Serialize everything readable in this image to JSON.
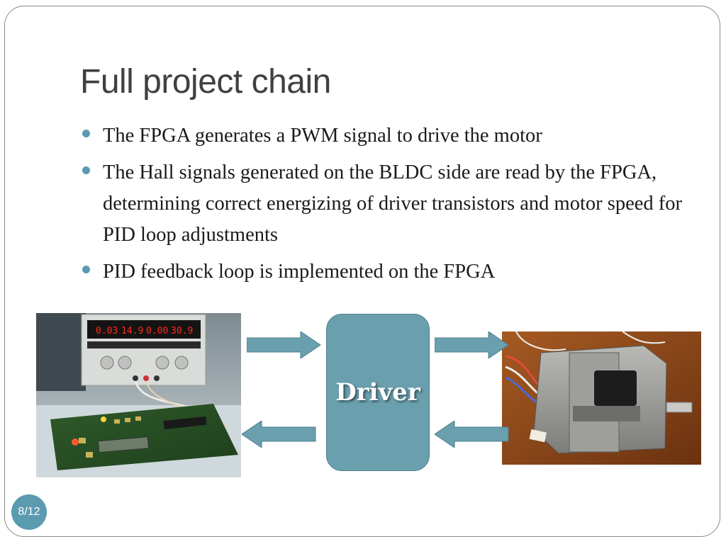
{
  "slide": {
    "title": "Full project chain",
    "bullets": [
      "The FPGA generates a PWM signal to drive the motor",
      "The Hall signals generated on the BLDC side are read by the FPGA, determining correct energizing of driver transistors and motor speed for PID loop adjustments",
      "PID feedback loop is implemented on the FPGA"
    ],
    "diagram": {
      "driver_label": "Driver",
      "arrow_color": "#6a9fae",
      "photo_fpga": {
        "readouts": [
          "0.03",
          "14.9",
          "0.00",
          "30.9"
        ]
      },
      "photo_motor": {}
    },
    "page_number": "8/12",
    "accent_color": "#5b9bb0"
  }
}
